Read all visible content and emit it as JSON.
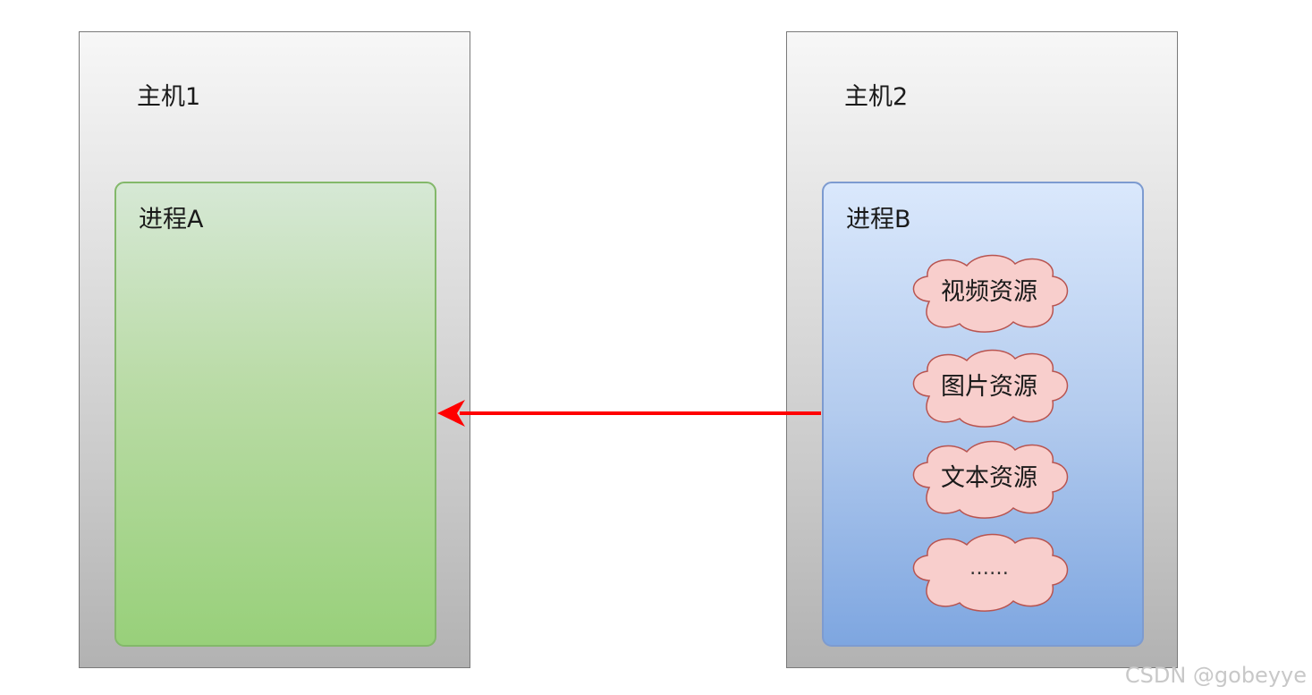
{
  "hosts": {
    "host1": {
      "label": "主机1"
    },
    "host2": {
      "label": "主机2"
    }
  },
  "processes": {
    "process_a": {
      "label": "进程A"
    },
    "process_b": {
      "label": "进程B",
      "resources": [
        "视频资源",
        "图片资源",
        "文本资源",
        "……"
      ]
    }
  },
  "colors": {
    "arrow": "#ff0000",
    "process_a_fill": "#98d07a",
    "process_b_fill": "#7ea6e0",
    "cloud_fill": "#f8cecc",
    "cloud_stroke": "#b85450"
  },
  "watermark": "CSDN @gobeyye"
}
